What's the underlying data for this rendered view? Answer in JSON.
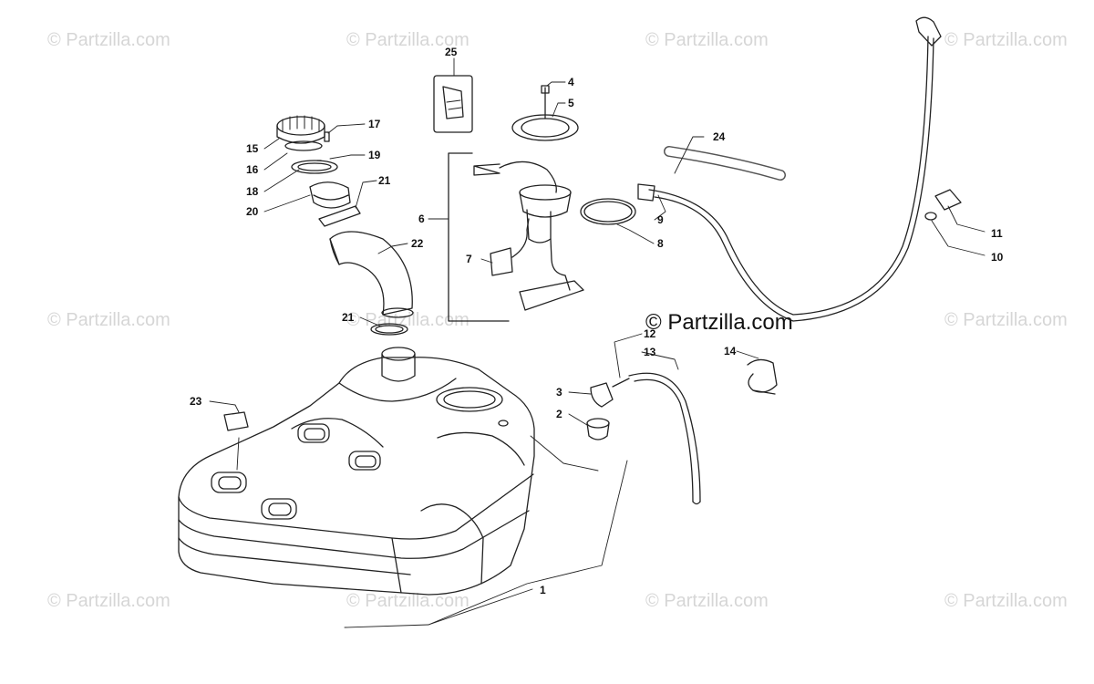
{
  "watermark": {
    "text": "© Partzilla.com",
    "main_text": "© Partzilla.com"
  },
  "callouts": [
    "1",
    "2",
    "3",
    "4",
    "5",
    "6",
    "7",
    "8",
    "9",
    "10",
    "11",
    "12",
    "13",
    "14",
    "15",
    "16",
    "17",
    "18",
    "19",
    "20",
    "21",
    "21",
    "22",
    "23",
    "24",
    "25"
  ]
}
